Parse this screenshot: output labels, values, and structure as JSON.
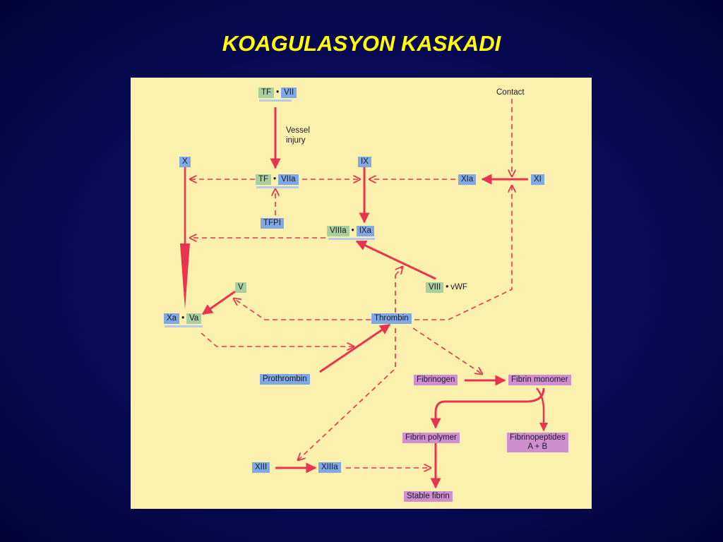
{
  "title": "KOAGULASYON KASKADI",
  "nodes": {
    "tf_vii": {
      "a": "TF",
      "dot": "•",
      "b": "VII"
    },
    "contact": "Contact",
    "vessel_injury": [
      "Vessel",
      "injury"
    ],
    "x": "X",
    "tf_viia": {
      "a": "TF",
      "dot": "•",
      "b": "VIIa"
    },
    "ix": "IX",
    "xia": "XIa",
    "xi": "XI",
    "tfpi": "TFPI",
    "viiia_ixa": {
      "a": "VIIIa",
      "dot": "•",
      "b": "IXa"
    },
    "v": "V",
    "viii_vwf": {
      "a": "VIII",
      "dot": "•",
      "b": "vWF"
    },
    "xa_va": {
      "a": "Xa",
      "dot": "•",
      "b": "Va"
    },
    "thrombin": "Thrombin",
    "prothrombin": "Prothrombin",
    "fibrinogen": "Fibrinogen",
    "fibrin_monomer": "Fibrin monomer",
    "fibrin_polymer": "Fibrin polymer",
    "fibrinopeptides": [
      "Fibrinopeptides",
      "A + B"
    ],
    "xiii": "XIII",
    "xiiia": "XIIIa",
    "stable_fibrin": "Stable fibrin"
  },
  "colors": {
    "background": "#0b0b5c",
    "title": "#ffff00",
    "panel": "#fbf0ad",
    "arrow": "#e8344e",
    "factor_blue": "#7fa9e4",
    "cofactor_green": "#a9cf9e",
    "fibrin_purple": "#cf8fcf"
  }
}
